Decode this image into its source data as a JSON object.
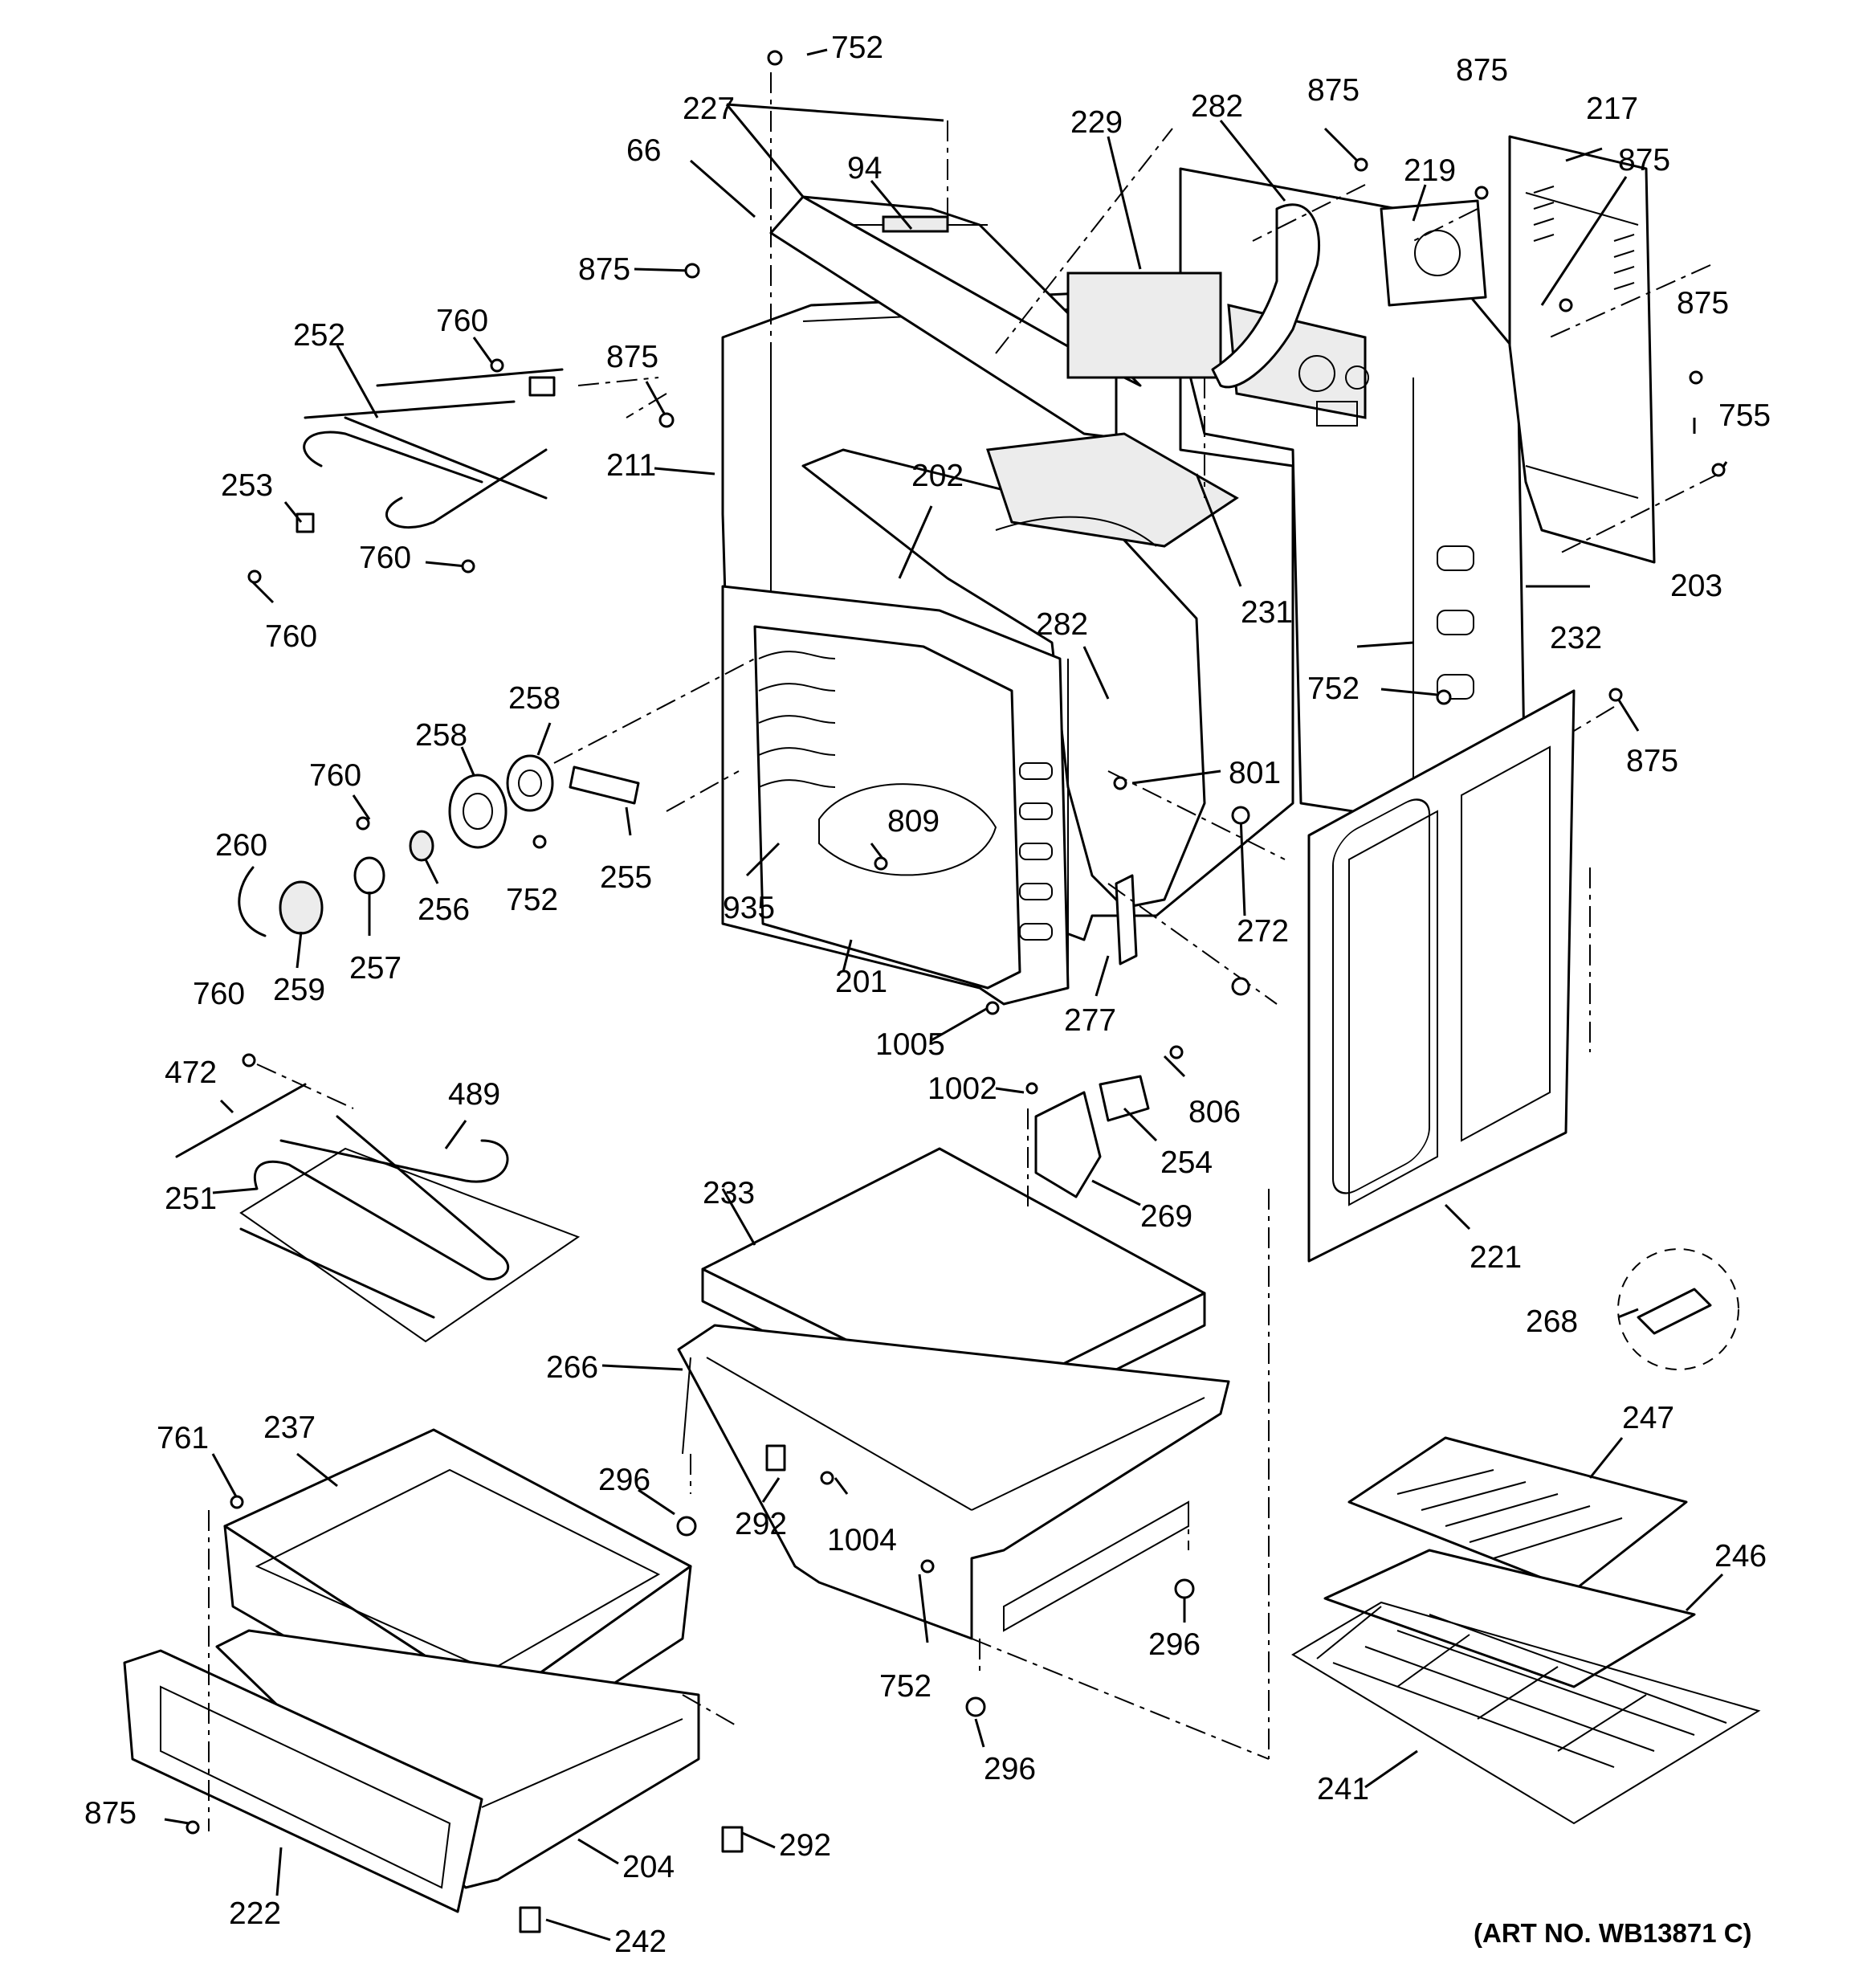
{
  "diagram": {
    "art_number": "(ART NO. WB13871 C)",
    "callouts": [
      {
        "id": "c752_top",
        "text": "752"
      },
      {
        "id": "c227",
        "text": "227"
      },
      {
        "id": "c66",
        "text": "66"
      },
      {
        "id": "c94",
        "text": "94"
      },
      {
        "id": "c229",
        "text": "229"
      },
      {
        "id": "c282_top",
        "text": "282"
      },
      {
        "id": "c875_a",
        "text": "875"
      },
      {
        "id": "c875_b",
        "text": "875"
      },
      {
        "id": "c219",
        "text": "219"
      },
      {
        "id": "c217",
        "text": "217"
      },
      {
        "id": "c875_c",
        "text": "875"
      },
      {
        "id": "c875_d",
        "text": "875"
      },
      {
        "id": "c875_e",
        "text": "875"
      },
      {
        "id": "c875_f",
        "text": "875"
      },
      {
        "id": "c755",
        "text": "755"
      },
      {
        "id": "c760_a",
        "text": "760"
      },
      {
        "id": "c252",
        "text": "252"
      },
      {
        "id": "c253",
        "text": "253"
      },
      {
        "id": "c760_b",
        "text": "760"
      },
      {
        "id": "c760_c",
        "text": "760"
      },
      {
        "id": "c211",
        "text": "211"
      },
      {
        "id": "c202",
        "text": "202"
      },
      {
        "id": "c231",
        "text": "231"
      },
      {
        "id": "c203",
        "text": "203"
      },
      {
        "id": "c232",
        "text": "232"
      },
      {
        "id": "c282_mid",
        "text": "282"
      },
      {
        "id": "c752_mid",
        "text": "752"
      },
      {
        "id": "c875_g",
        "text": "875"
      },
      {
        "id": "c801",
        "text": "801"
      },
      {
        "id": "c258_a",
        "text": "258"
      },
      {
        "id": "c258_b",
        "text": "258"
      },
      {
        "id": "c760_d",
        "text": "760"
      },
      {
        "id": "c260",
        "text": "260"
      },
      {
        "id": "c256",
        "text": "256"
      },
      {
        "id": "c257",
        "text": "257"
      },
      {
        "id": "c259",
        "text": "259"
      },
      {
        "id": "c752_b",
        "text": "752"
      },
      {
        "id": "c255",
        "text": "255"
      },
      {
        "id": "c809",
        "text": "809"
      },
      {
        "id": "c935",
        "text": "935"
      },
      {
        "id": "c201",
        "text": "201"
      },
      {
        "id": "c272",
        "text": "272"
      },
      {
        "id": "c277",
        "text": "277"
      },
      {
        "id": "c1005",
        "text": "1005"
      },
      {
        "id": "c760_e",
        "text": "760"
      },
      {
        "id": "c472",
        "text": "472"
      },
      {
        "id": "c489",
        "text": "489"
      },
      {
        "id": "c251",
        "text": "251"
      },
      {
        "id": "c1002",
        "text": "1002"
      },
      {
        "id": "c806",
        "text": "806"
      },
      {
        "id": "c254",
        "text": "254"
      },
      {
        "id": "c269",
        "text": "269"
      },
      {
        "id": "c233",
        "text": "233"
      },
      {
        "id": "c221",
        "text": "221"
      },
      {
        "id": "c268",
        "text": "268"
      },
      {
        "id": "c266",
        "text": "266"
      },
      {
        "id": "c761",
        "text": "761"
      },
      {
        "id": "c237",
        "text": "237"
      },
      {
        "id": "c296_a",
        "text": "296"
      },
      {
        "id": "c292_a",
        "text": "292"
      },
      {
        "id": "c1004",
        "text": "1004"
      },
      {
        "id": "c296_b",
        "text": "296"
      },
      {
        "id": "c752_c",
        "text": "752"
      },
      {
        "id": "c296_c",
        "text": "296"
      },
      {
        "id": "c247",
        "text": "247"
      },
      {
        "id": "c246",
        "text": "246"
      },
      {
        "id": "c241",
        "text": "241"
      },
      {
        "id": "c875_h",
        "text": "875"
      },
      {
        "id": "c222",
        "text": "222"
      },
      {
        "id": "c204",
        "text": "204"
      },
      {
        "id": "c292_b",
        "text": "292"
      },
      {
        "id": "c242",
        "text": "242"
      }
    ]
  }
}
